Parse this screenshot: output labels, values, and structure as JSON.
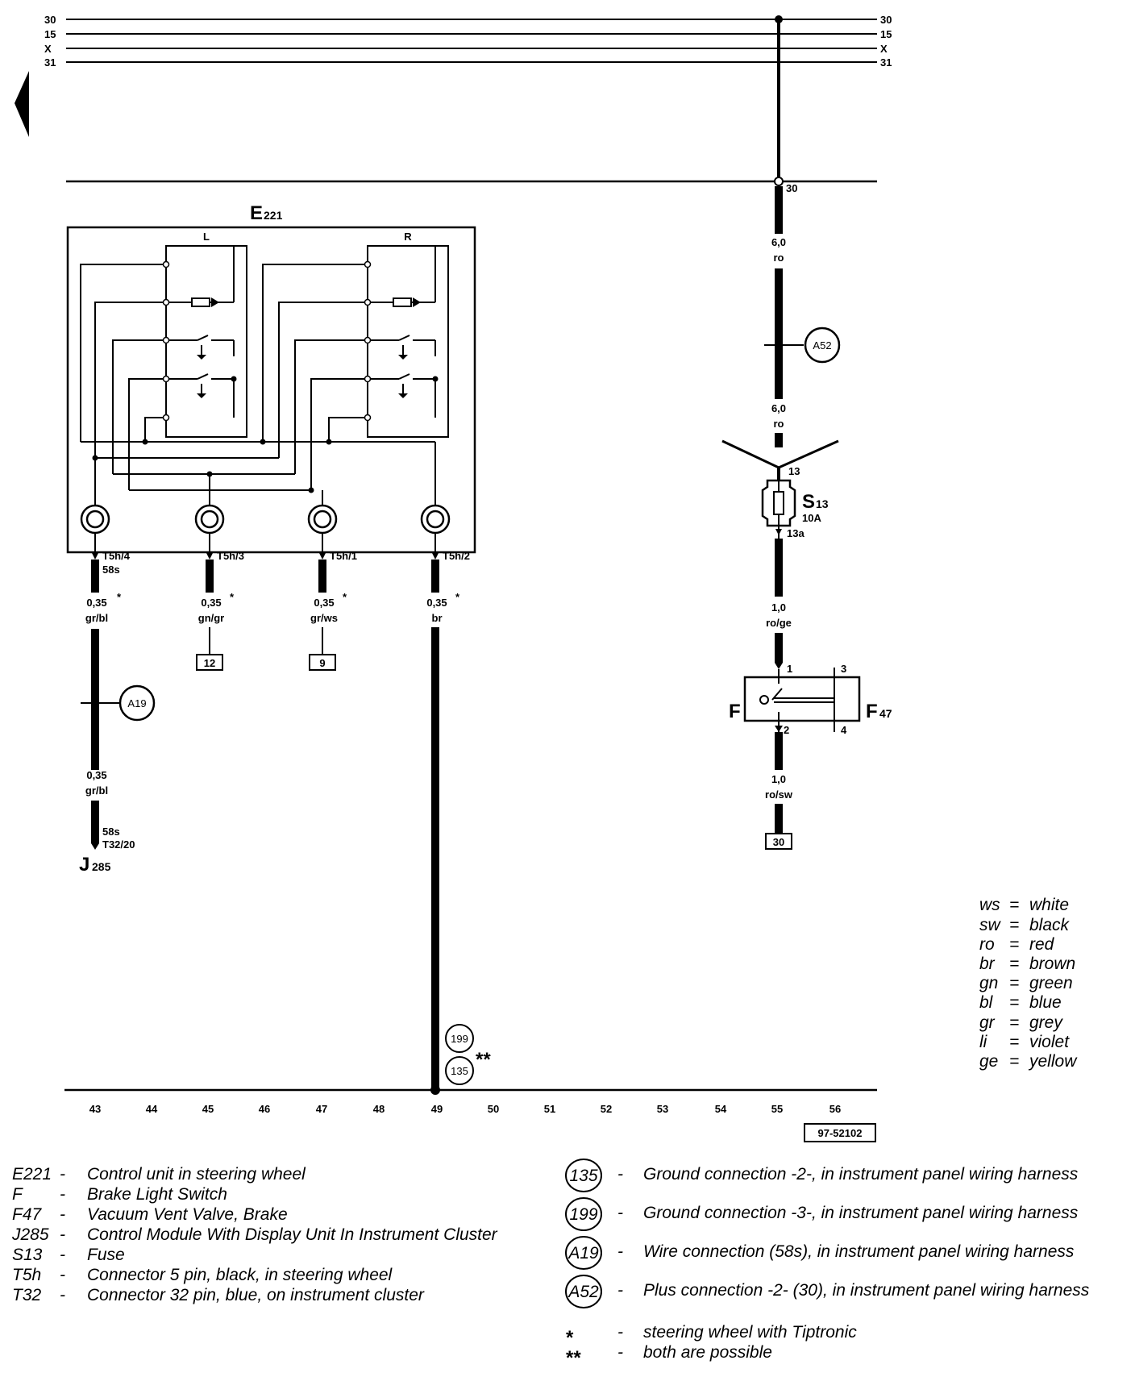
{
  "rails": {
    "left": [
      "30",
      "15",
      "X",
      "31"
    ],
    "right": [
      "30",
      "15",
      "X",
      "31"
    ]
  },
  "components": {
    "e221": {
      "main": "E",
      "sub": "221",
      "sections": [
        "L",
        "R"
      ]
    },
    "s13": {
      "main": "S",
      "sub": "13",
      "rating": "10A",
      "pin_in": "13",
      "pin_out": "13a"
    },
    "f47": {
      "main": "F",
      "sub": "47",
      "f_label": "F",
      "pins": [
        "1",
        "2",
        "3",
        "4"
      ]
    },
    "j285": {
      "main": "J",
      "sub": "285",
      "pin_a": "58s",
      "pin_b": "T32/20"
    }
  },
  "wires": {
    "main_30_label": "30",
    "supply_top": {
      "size": "6,0",
      "color": "ro"
    },
    "supply_mid": {
      "size": "6,0",
      "color": "ro"
    },
    "fuse_out": {
      "size": "1,0",
      "color": "ro/ge"
    },
    "switch_out": {
      "size": "1,0",
      "color": "ro/sw"
    },
    "pin4": {
      "connector": "T5h/4",
      "tag": "58s",
      "size": "0,35",
      "color": "gr/bl",
      "mark": "*"
    },
    "pin3": {
      "connector": "T5h/3",
      "size": "0,35",
      "color": "gn/gr",
      "mark": "*",
      "ref": "12"
    },
    "pin1": {
      "connector": "T5h/1",
      "size": "0,35",
      "color": "gr/ws",
      "mark": "*",
      "ref": "9"
    },
    "pin2": {
      "connector": "T5h/2",
      "size": "0,35",
      "color": "br",
      "mark": "*"
    },
    "j285_lower": {
      "size": "0,35",
      "color": "gr/bl"
    },
    "switch_ref": "30"
  },
  "connections": {
    "a52": "A52",
    "a19": "A19",
    "g199": "199",
    "g135": "135",
    "double_mark": "**"
  },
  "track_numbers": [
    "43",
    "44",
    "45",
    "46",
    "47",
    "48",
    "49",
    "50",
    "51",
    "52",
    "53",
    "54",
    "55",
    "56"
  ],
  "diagram_id": "97-52102",
  "color_legend": [
    {
      "code": "ws",
      "name": "white"
    },
    {
      "code": "sw",
      "name": "black"
    },
    {
      "code": "ro",
      "name": "red"
    },
    {
      "code": "br",
      "name": "brown"
    },
    {
      "code": "gn",
      "name": "green"
    },
    {
      "code": "bl",
      "name": "blue"
    },
    {
      "code": "gr",
      "name": "grey"
    },
    {
      "code": "li",
      "name": "violet"
    },
    {
      "code": "ge",
      "name": "yellow"
    }
  ],
  "component_legend": [
    {
      "code": "E221",
      "desc": "Control unit in steering wheel"
    },
    {
      "code": "F",
      "desc": "Brake Light Switch"
    },
    {
      "code": "F47",
      "desc": "Vacuum Vent Valve, Brake"
    },
    {
      "code": "J285",
      "desc": "Control Module With Display Unit In Instrument Cluster"
    },
    {
      "code": "S13",
      "desc": "Fuse"
    },
    {
      "code": "T5h",
      "desc": "Connector 5 pin, black, in steering wheel"
    },
    {
      "code": "T32",
      "desc": "Connector 32 pin, blue, on  instrument cluster"
    }
  ],
  "connection_legend": [
    {
      "code": "135",
      "desc": "Ground connection -2-, in instrument panel wiring harness"
    },
    {
      "code": "199",
      "desc": "Ground connection -3-, in instrument panel wiring harness"
    },
    {
      "code": "A19",
      "desc": "Wire connection (58s), in instrument panel wiring harness"
    },
    {
      "code": "A52",
      "desc": "Plus connection -2- (30), in instrument panel wiring harness"
    }
  ],
  "notes": [
    {
      "mark": "*",
      "desc": "steering wheel with Tiptronic"
    },
    {
      "mark": "**",
      "desc": "both are possible"
    }
  ],
  "legend_dash": "-",
  "legend_eq": "="
}
